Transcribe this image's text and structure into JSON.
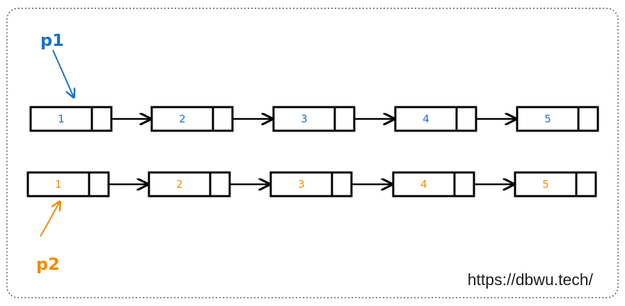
{
  "colors": {
    "list1": "#1971c2",
    "list2": "#f08c00",
    "stroke": "#000000",
    "border": "#333333"
  },
  "list1": {
    "pointer": "p1",
    "values": [
      "1",
      "2",
      "3",
      "4",
      "5"
    ]
  },
  "list2": {
    "pointer": "p2",
    "values": [
      "1",
      "2",
      "3",
      "4",
      "5"
    ]
  },
  "watermark": "https://dbwu.tech/"
}
